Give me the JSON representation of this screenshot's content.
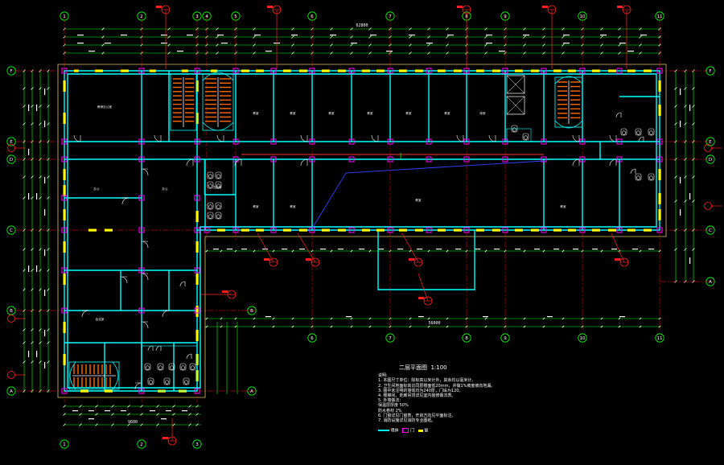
{
  "plan": {
    "title": "二层平面图",
    "scale": "1:100",
    "overall_dim": "62800",
    "overall_dim_bottom": "56000",
    "left_wing_dim": "9600"
  },
  "axes": {
    "top": [
      "1",
      "2",
      "3",
      "4",
      "5",
      "6",
      "7",
      "8",
      "9",
      "10",
      "11"
    ],
    "bottom_left": [
      "1",
      "2",
      "3"
    ],
    "bottom_right": [
      "6",
      "7",
      "8",
      "9",
      "10",
      "11"
    ],
    "left": [
      "F",
      "E",
      "D",
      "C",
      "B",
      "A"
    ],
    "right": [
      "F",
      "E",
      "D",
      "C",
      "A"
    ]
  },
  "rooms": [
    "教师办公室",
    "办公",
    "办公",
    "教室",
    "教室",
    "教室",
    "教室",
    "教室",
    "教室",
    "库房",
    "教室",
    "教室",
    "教室",
    "教室",
    "卫生间",
    "会议室"
  ],
  "notes": {
    "heading": "说明:",
    "lines": [
      "1. 本图尺寸单位：除标高以米计外，其余均以毫米计。",
      "2. 卫生间地面标高比同层楼面低20mm，并做1%坡度坡向地漏。",
      "3. 图中未注明的墙体均为240厚，门垛为120。",
      "4. 楼梯间、走廊吊顶详见室内装修做法表。",
      "5. 外墙做法：",
      "   保温层厚度          50%",
      "   防水卷材             2%",
      "6. 门窗详见门窗表，开启方向见平面标注。",
      "7. 消防设施详见消防专业图纸。"
    ],
    "legend": [
      "墙体",
      "门",
      "窗"
    ]
  },
  "colors": {
    "wall": "#00ffff",
    "window": "#ffff00",
    "column": "#ff00ff",
    "axis": "#00ff00",
    "red": "#ff0000",
    "white": "#ffffff",
    "blue": "#3040ff"
  }
}
